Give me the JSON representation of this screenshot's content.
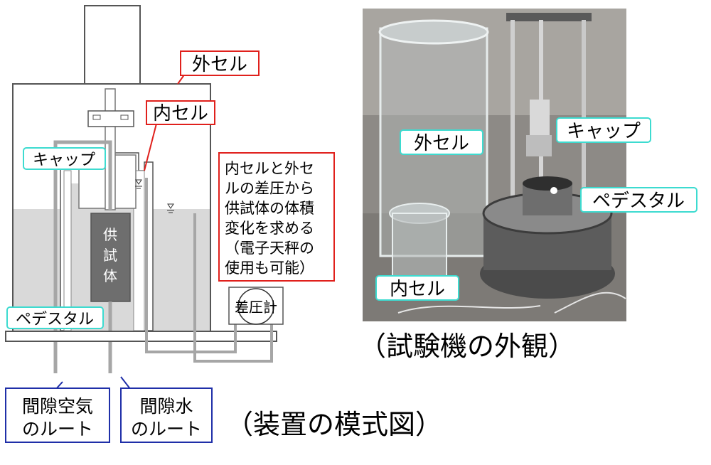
{
  "schematic": {
    "outer_cell_label": "外セル",
    "inner_cell_label": "内セル",
    "cap_label": "キャップ",
    "pedestal_label": "ペデスタル",
    "specimen_label": [
      "供",
      "試",
      "体"
    ],
    "note_lines": [
      "内セルと外セ",
      "ルの差圧から",
      "供試体の体積",
      "変化を求める",
      "（電子天秤の",
      "使用も可能）"
    ],
    "gauge_label": "差圧計",
    "pore_air_lines": [
      "間隙空気",
      "のルート"
    ],
    "pore_water_lines": [
      "間隙水",
      "のルート"
    ],
    "caption": "（装置の模式図）"
  },
  "photo": {
    "outer_cell_label": "外セル",
    "inner_cell_label": "内セル",
    "cap_label": "キャップ",
    "pedestal_label": "ペデスタル",
    "caption": "（試験機の外観）"
  },
  "colors": {
    "red_border": "#e0201c",
    "blue_border": "#1f2fa8",
    "cyan_border": "#3ddbd0",
    "water": "#d9d9d9",
    "pipe": "#a6a6a6",
    "specimen": "#6e6e6e"
  }
}
